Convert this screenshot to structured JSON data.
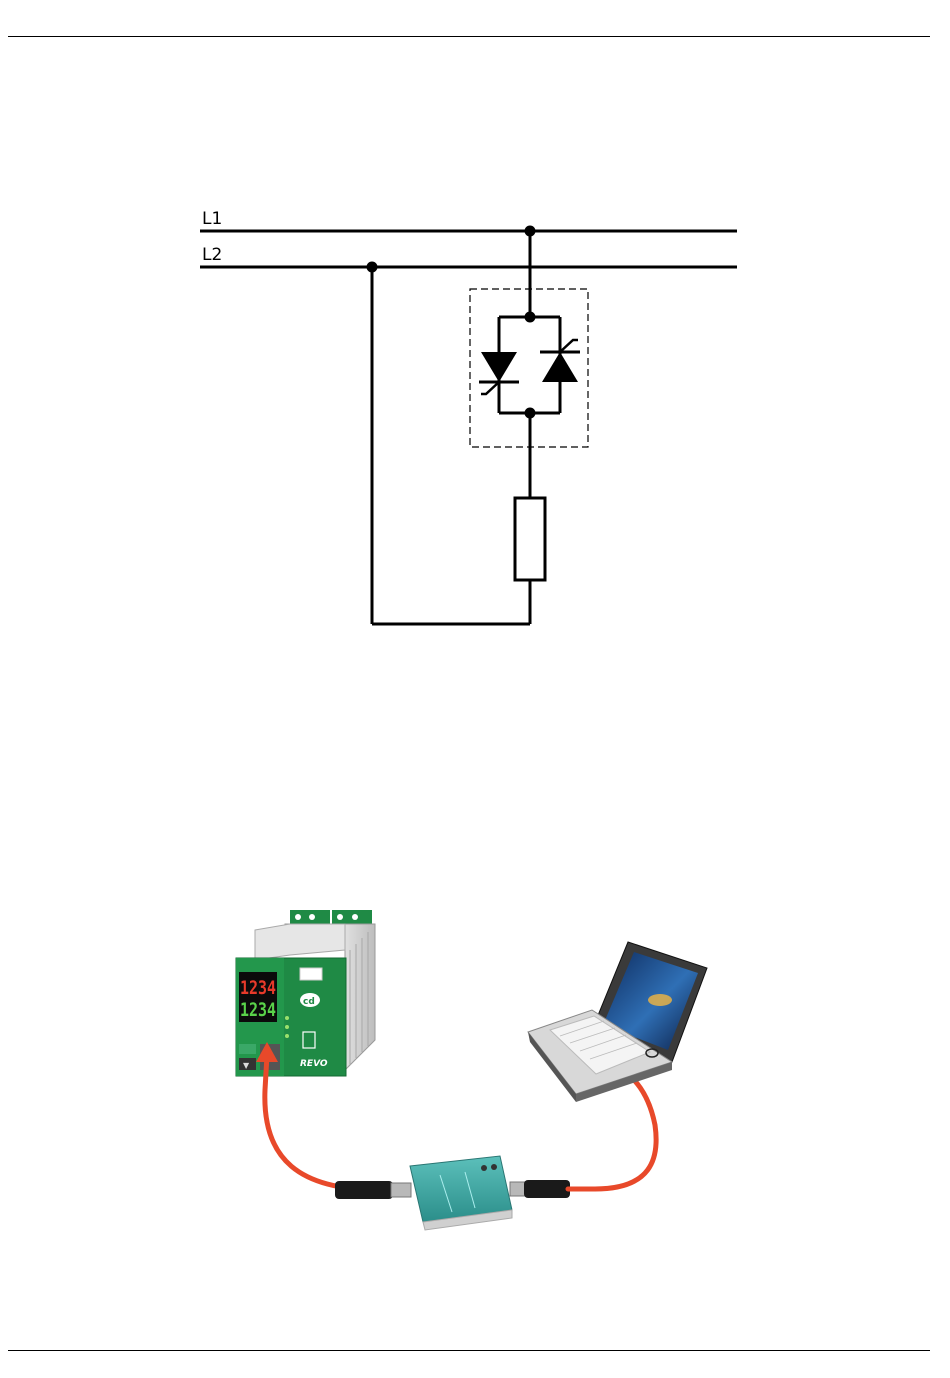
{
  "circuit": {
    "lines": [
      {
        "id": "L1",
        "label": "L1"
      },
      {
        "id": "L2",
        "label": "L2"
      }
    ]
  },
  "setup": {
    "controller": {
      "brand_logo": "REVO",
      "display_top": "1234",
      "display_bottom": "1234",
      "logo_icon": "cd-logo-icon"
    },
    "cable_color": "#e8492a",
    "controller_color": "#1f8a45",
    "adapter_color": "#3aa7a3"
  }
}
